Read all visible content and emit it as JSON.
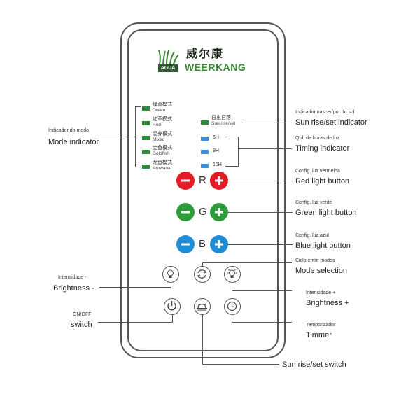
{
  "logo": {
    "chinese": "威尔康",
    "brand": "WEERKANG",
    "agua": "AGUA"
  },
  "modes": [
    {
      "cn": "绿草模式",
      "en": "Green"
    },
    {
      "cn": "红草模式",
      "en": "Red"
    },
    {
      "cn": "混养模式",
      "en": "Mixed"
    },
    {
      "cn": "金鱼模式",
      "en": "Goldfish"
    },
    {
      "cn": "龙鱼模式",
      "en": "Arowana"
    }
  ],
  "sun": {
    "cn": "日出日落",
    "en": "Sun rise/set"
  },
  "timings": [
    "6H",
    "8H",
    "10H"
  ],
  "letters": {
    "r": "R",
    "g": "G",
    "b": "B"
  },
  "annotations": {
    "mode_indicator_pt": "Indicador do modo",
    "mode_indicator_en": "Mode indicator",
    "sun_indicator_pt": "Indicador nascer/por do sol",
    "sun_indicator_en": "Sun rise/set indicator",
    "timing_pt": "Qtd. de horas de luz",
    "timing_en": "Timing indicator",
    "red_pt": "Config. luz vermelha",
    "red_en": "Red light button",
    "green_pt": "Config. luz verde",
    "green_en": "Green light button",
    "blue_pt": "Config. luz azul",
    "blue_en": "Blue light button",
    "mode_sel_pt": "Ciclo entre modos",
    "mode_sel_en": "Mode selection",
    "bright_minus_pt": "Intensidade -",
    "bright_minus_en": "Brightness -",
    "bright_plus_pt": "Intensidade +",
    "bright_plus_en": "Brightness +",
    "onoff_pt": "ON/OFF",
    "onoff_en": "switch",
    "timer_pt": "Temporizador",
    "timer_en": "Timmer",
    "sunswitch_en": "Sun rise/set switch"
  },
  "colors": {
    "red": "#e21b24",
    "green": "#2f9c3a",
    "blue": "#1f8ed6",
    "led_green": "#2e8b3a",
    "led_blue": "#3a8fd8"
  },
  "icons": [
    "minus-icon",
    "plus-icon",
    "bulb-dim-icon",
    "bulb-bright-icon",
    "cycle-icon",
    "power-icon",
    "sunrise-icon",
    "clock-icon"
  ]
}
